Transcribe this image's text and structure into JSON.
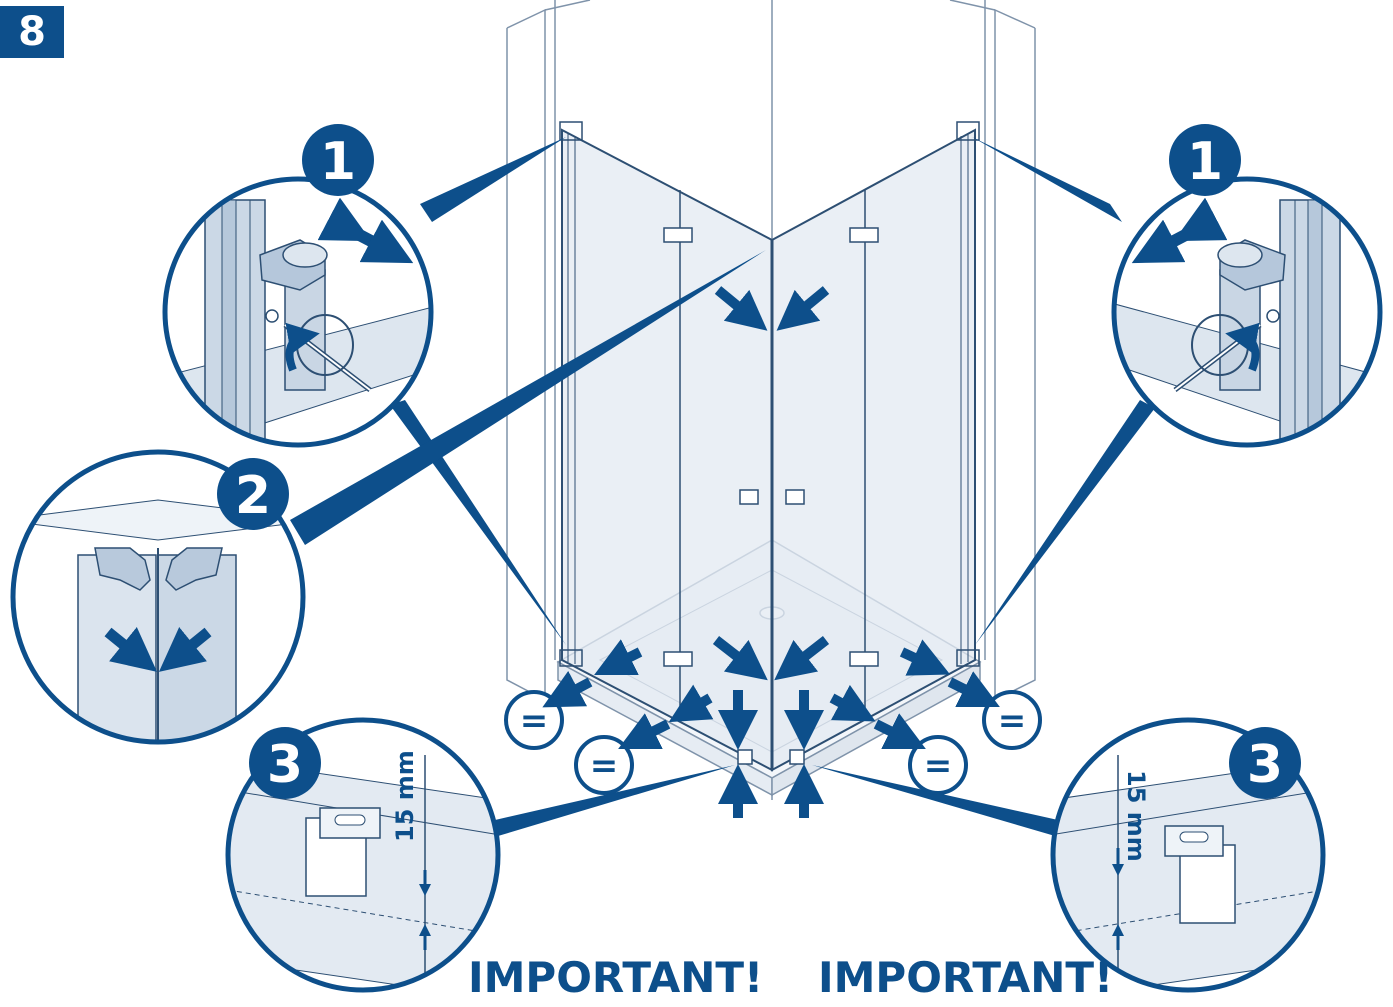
{
  "step": {
    "number": "8"
  },
  "detail_numbers": {
    "top_left": "1",
    "top_right": "1",
    "left_middle": "2",
    "bottom_left": "3",
    "bottom_right": "3"
  },
  "equal_signs": [
    "=",
    "=",
    "=",
    "="
  ],
  "measurements": {
    "left": "15 mm",
    "right": "15 mm"
  },
  "warnings": {
    "left": "IMPORTANT!",
    "right": "IMPORTANT!"
  },
  "colors": {
    "accent": "#0d4f8b",
    "line": "#2d4f73",
    "glass": "#e3eaf2",
    "glass_dark": "#c9d6e4"
  }
}
